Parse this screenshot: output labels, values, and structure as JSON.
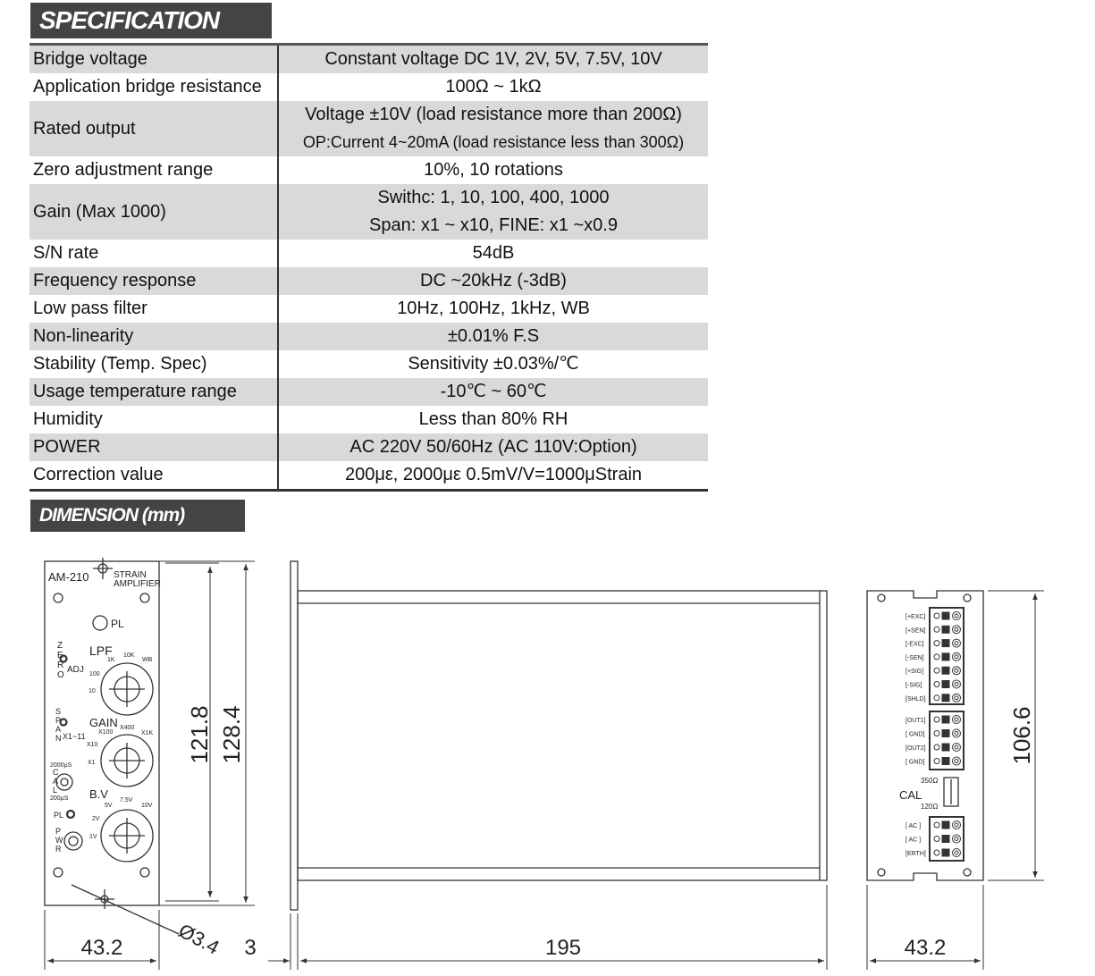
{
  "spec_title": "SPECIFICATION",
  "dimension_title": "DIMENSION (mm)",
  "spec_rows": [
    {
      "label": "Bridge voltage",
      "values": [
        "Constant voltage DC 1V, 2V, 5V, 7.5V, 10V"
      ]
    },
    {
      "label": "Application bridge resistance",
      "values": [
        "100Ω ~ 1kΩ"
      ]
    },
    {
      "label": "Rated output",
      "values": [
        "Voltage ±10V (load resistance more than 200Ω)",
        "OP:Current 4~20mA (load resistance less than 300Ω)"
      ]
    },
    {
      "label": "Zero adjustment range",
      "values": [
        "10%, 10 rotations"
      ]
    },
    {
      "label": "Gain (Max 1000)",
      "values": [
        "Swithc: 1, 10, 100, 400, 1000",
        "Span: x1 ~ x10, FINE: x1 ~x0.9"
      ]
    },
    {
      "label": "S/N rate",
      "values": [
        "54dB"
      ]
    },
    {
      "label": "Frequency response",
      "values": [
        "DC ~20kHz (-3dB)"
      ]
    },
    {
      "label": "Low pass filter",
      "values": [
        "10Hz, 100Hz, 1kHz, WB"
      ]
    },
    {
      "label": "Non-linearity",
      "values": [
        "±0.01% F.S"
      ]
    },
    {
      "label": "Stability (Temp. Spec)",
      "values": [
        "Sensitivity ±0.03%/℃"
      ]
    },
    {
      "label": "Usage temperature range",
      "values": [
        "-10℃ ~ 60℃"
      ]
    },
    {
      "label": "Humidity",
      "values": [
        "Less than 80% RH"
      ]
    },
    {
      "label": "POWER",
      "values": [
        "AC 220V 50/60Hz (AC 110V:Option)"
      ]
    },
    {
      "label": "Correction value",
      "values": [
        "200με, 2000με    0.5mV/V=1000μStrain"
      ]
    }
  ],
  "front_panel": {
    "model": "AM-210",
    "name_line1": "STRAIN",
    "name_line2": "AMPLIFIER",
    "pl": "PL",
    "zero_vertical": "ZERO",
    "adj": "ADJ",
    "lpf": "LPF",
    "lpf_1k": "1K",
    "lpf_10k": "10K",
    "lpf_wb": "WB",
    "lpf_100": "100",
    "lpf_10": "10",
    "span_vertical": "SPAN",
    "span_range": "X1~11",
    "gain": "GAIN",
    "gain_x100": "X100",
    "gain_x400": "X400",
    "gain_x1k": "X1K",
    "gain_x10": "X10",
    "gain_x1": "X1",
    "cal_vertical": "CAL",
    "cal_2000": "2000μS",
    "cal_200": "200μS",
    "bv": "B.V",
    "bv_5v": "5V",
    "bv_75v": "7.5V",
    "bv_10v": "10V",
    "bv_2v": "2V",
    "bv_1v": "1V",
    "pl_lower": "PL",
    "pwr_vertical": "PWR"
  },
  "rear_panel": {
    "terminals_top": [
      "[+EXC]",
      "[+SEN]",
      "[-EXC]",
      "[-SEN]",
      "[+SIG]",
      "[-SIG]",
      "[SHLD]"
    ],
    "terminals_mid": [
      "[OUT1]",
      "[ GND]",
      "[OUT2]",
      "[ GND]"
    ],
    "terminals_bottom": [
      "[ AC ]",
      "[ AC ]",
      "[ERTH]"
    ],
    "cal_label": "CAL",
    "cal_350": "350Ω",
    "cal_120": "120Ω"
  },
  "dimensions": {
    "front_width": "43.2",
    "inner_height": "121.8",
    "outer_height": "128.4",
    "hole": "Ø3.4",
    "flange": "3",
    "length": "195",
    "rear_width": "43.2",
    "rear_height": "106.6"
  }
}
